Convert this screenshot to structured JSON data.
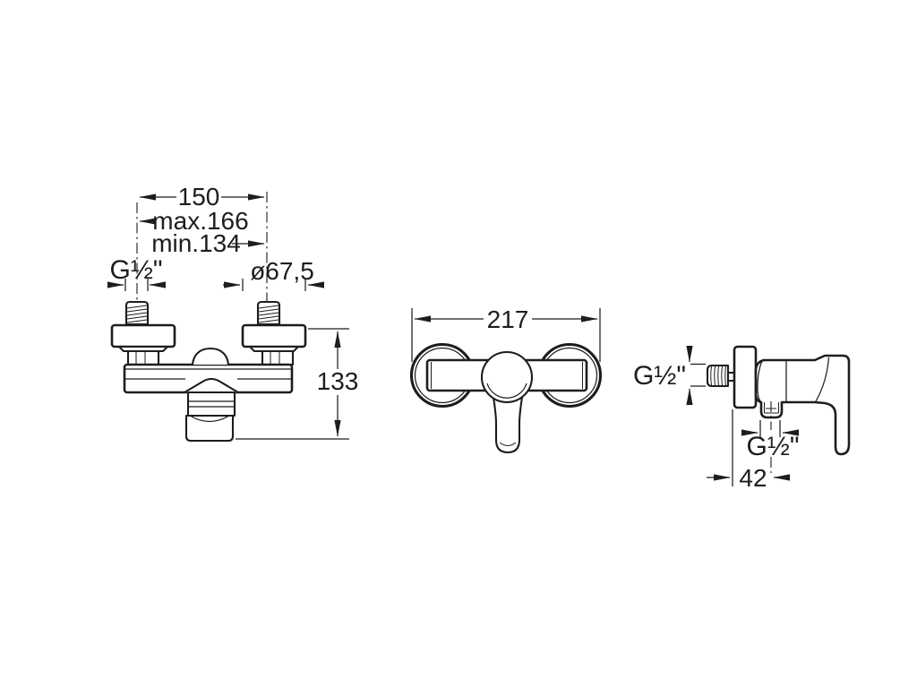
{
  "page": {
    "background": "#ffffff",
    "line_color": "#1d1d1b"
  },
  "drawing": {
    "front_view": {
      "dim_pitch": "150",
      "dim_pitch_max": "max.166",
      "dim_pitch_min": "min.134",
      "label_inlet_thread": "G½\"",
      "label_escutcheon_diameter": "ø67,5",
      "dim_height": "133"
    },
    "face_view": {
      "dim_width": "217"
    },
    "side_view": {
      "label_inlet_thread": "G½\"",
      "label_outlet_thread": "G½\"",
      "dim_depth": "42"
    }
  }
}
